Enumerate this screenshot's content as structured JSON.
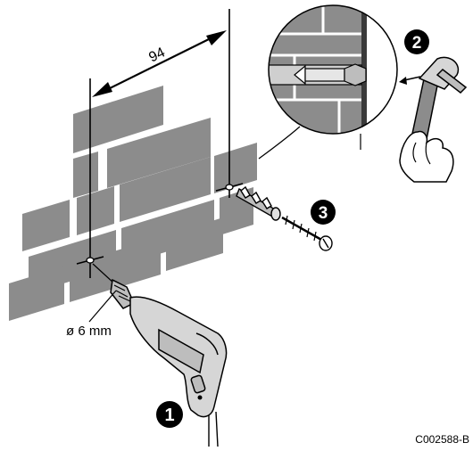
{
  "dimension": {
    "value": "94"
  },
  "drill_bit": {
    "label": "ø 6 mm"
  },
  "steps": [
    {
      "number": "1",
      "meaning": "drill hole"
    },
    {
      "number": "2",
      "meaning": "hammer in plug"
    },
    {
      "number": "3",
      "meaning": "insert screw"
    }
  ],
  "reference_code": "C002588-B",
  "colors": {
    "wall": "#8c8c8c",
    "wall_dark": "#777777",
    "mortar": "#ffffff",
    "outline": "#000000",
    "drill_body": "#d6d6d6",
    "plug": "#bdbdbd",
    "step_badge": "#000000"
  },
  "icons": [
    "drill-icon",
    "hammer-icon",
    "wall-plug-icon",
    "screw-icon",
    "hand-icon"
  ]
}
